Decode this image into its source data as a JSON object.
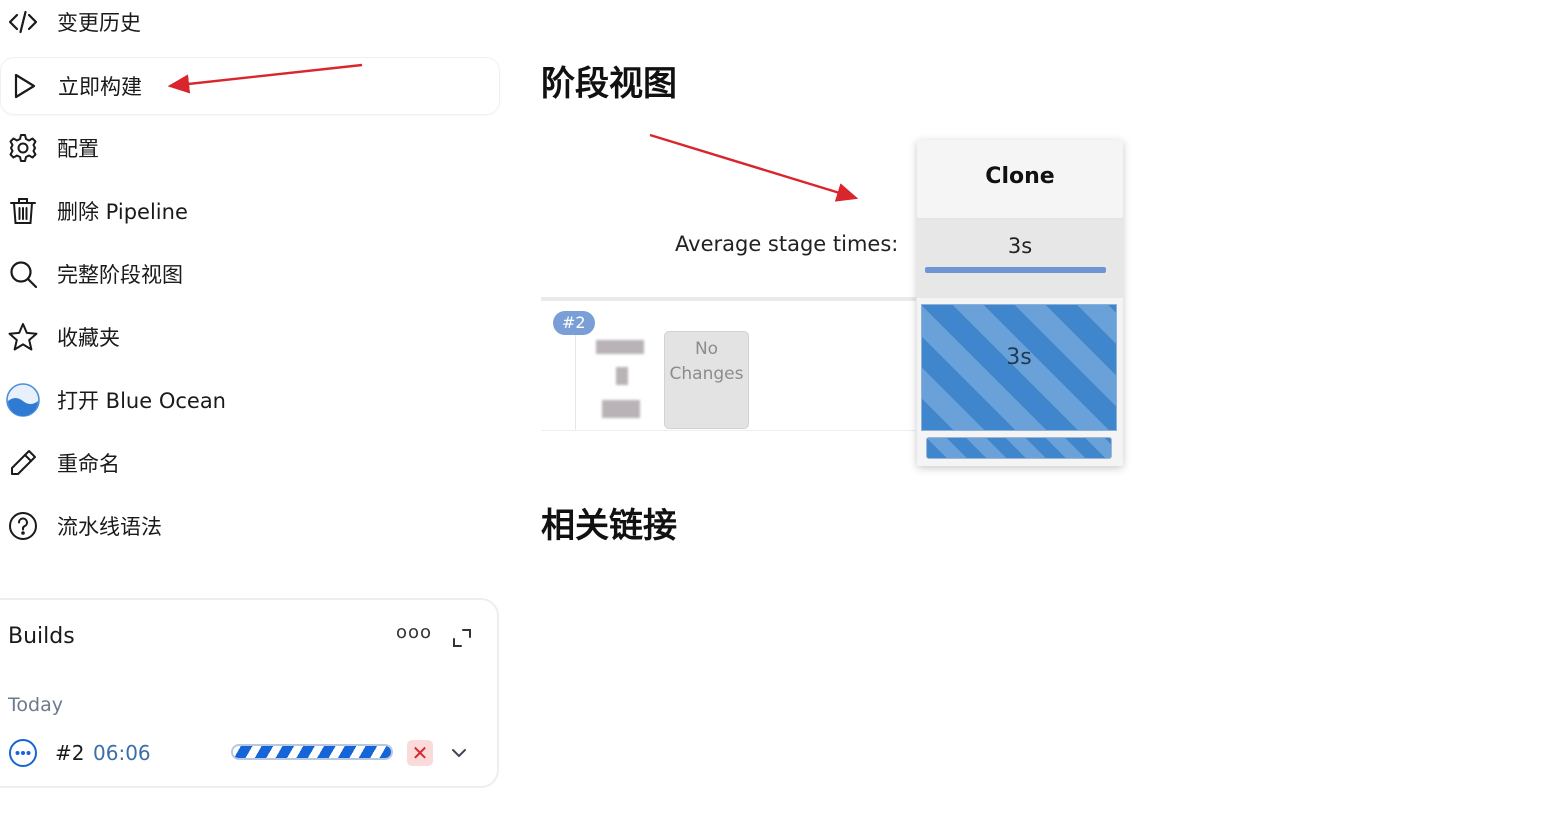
{
  "sidebar": {
    "items": [
      {
        "label": "变更历史",
        "icon": "code-icon"
      },
      {
        "label": "立即构建",
        "icon": "play-icon"
      },
      {
        "label": "配置",
        "icon": "gear-icon"
      },
      {
        "label": "删除 Pipeline",
        "icon": "trash-icon"
      },
      {
        "label": "完整阶段视图",
        "icon": "search-icon"
      },
      {
        "label": "收藏夹",
        "icon": "star-icon"
      },
      {
        "label": "打开 Blue Ocean",
        "icon": "blue-ocean-icon"
      },
      {
        "label": "重命名",
        "icon": "pencil-icon"
      },
      {
        "label": "流水线语法",
        "icon": "help-icon"
      }
    ]
  },
  "builds": {
    "title": "Builds",
    "more_label": "ooo",
    "group_label": "Today",
    "rows": [
      {
        "number": "#2",
        "time": "06:06",
        "status": "in-progress",
        "cancel_label": "✕"
      }
    ]
  },
  "stage_view": {
    "title": "阶段视图",
    "average_label": "Average stage times:",
    "stages": [
      {
        "name": "Clone",
        "average": "3s",
        "run_duration": "3s"
      }
    ],
    "runs": [
      {
        "badge": "#2",
        "changes_line1": "No",
        "changes_line2": "Changes"
      }
    ]
  },
  "related_links": {
    "title": "相关链接"
  },
  "colors": {
    "annotation_arrow": "#d9262c",
    "stage_running": "#3f86cc",
    "build_progress": "#1565d8",
    "badge": "#7a9ed6"
  }
}
